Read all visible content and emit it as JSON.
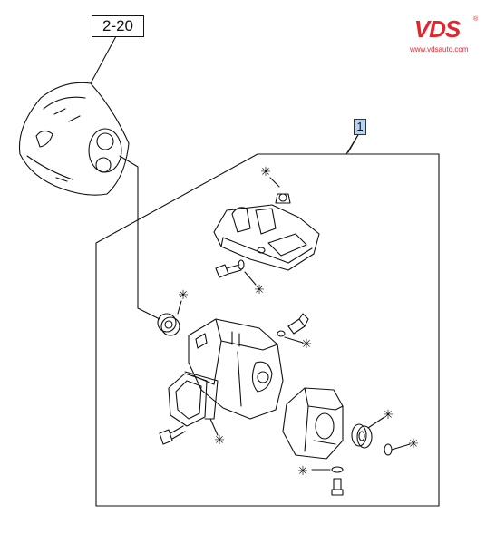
{
  "references": {
    "section_ref": "2-20",
    "callout_ref": "1"
  },
  "brand": {
    "name": "VDS",
    "registered_mark": "®",
    "url": "www.vdsauto.com",
    "color": "#e3262d"
  },
  "markers": {
    "asterisk": "✳"
  },
  "colors": {
    "line": "#111111",
    "callout_highlight": "#b9d3ee"
  }
}
